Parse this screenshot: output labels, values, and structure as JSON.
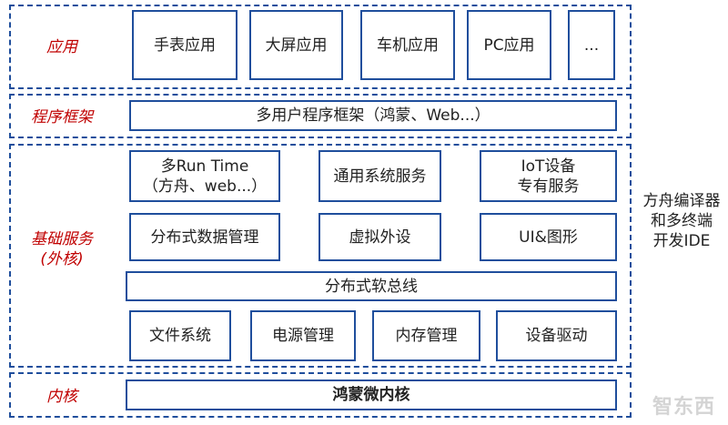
{
  "layers": {
    "app": {
      "label": "应用",
      "items": [
        "手表应用",
        "大屏应用",
        "车机应用",
        "PC应用",
        "..."
      ]
    },
    "framework": {
      "label": "程序框架",
      "content": "多用户程序框架（鸿蒙、Web...）"
    },
    "base_services": {
      "label_line1": "基础服务",
      "label_line2": "(外核)",
      "runtime": {
        "line1": "多Run Time",
        "line2": "（方舟、web...）"
      },
      "general_service": "通用系统服务",
      "iot": {
        "line1": "IoT设备",
        "line2": "专有服务"
      },
      "distributed_data": "分布式数据管理",
      "virtual_peripheral": "虚拟外设",
      "ui_graphics": "UI&图形",
      "soft_bus": "分布式软总线",
      "bottom": [
        "文件系统",
        "电源管理",
        "内存管理",
        "设备驱动"
      ]
    },
    "kernel": {
      "label": "内核",
      "content": "鸿蒙微内核"
    }
  },
  "side_tool": {
    "line1": "方舟编译器",
    "line2": "和多终端",
    "line3": "开发IDE"
  },
  "watermark": "智东西",
  "colors": {
    "border": "#1f4e9c",
    "label": "#c00000"
  }
}
